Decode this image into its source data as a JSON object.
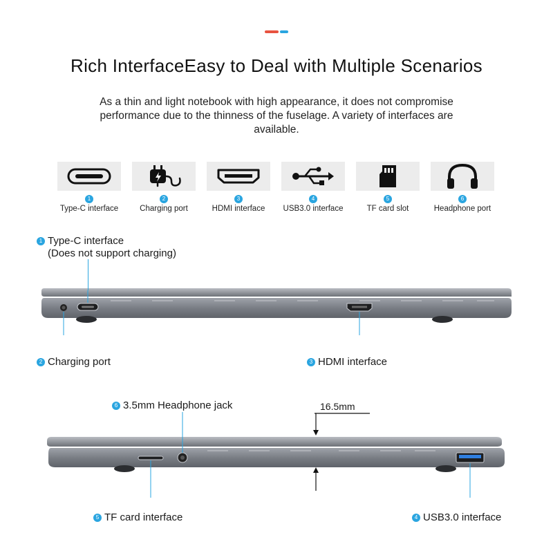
{
  "header": {
    "title": "Rich InterfaceEasy to Deal with Multiple Scenarios",
    "subtitle": "As a thin and light notebook with high appearance, it does not compromise performance due to the thinness of the fuselage. A variety of interfaces are available."
  },
  "ports": [
    {
      "num": "1",
      "label": "Type-C interface",
      "icon": "type-c-icon"
    },
    {
      "num": "2",
      "label": "Charging port",
      "icon": "charging-plug-icon"
    },
    {
      "num": "3",
      "label": "HDMI interface",
      "icon": "hdmi-icon"
    },
    {
      "num": "4",
      "label": "USB3.0 interface",
      "icon": "usb-icon"
    },
    {
      "num": "5",
      "label": "TF card slot",
      "icon": "sd-card-icon"
    },
    {
      "num": "6",
      "label": "Headphone port",
      "icon": "headphone-icon"
    }
  ],
  "left_side": {
    "typec": {
      "num": "1",
      "line1": "Type-C interface",
      "line2": "(Does not support charging)"
    },
    "charging": {
      "num": "2",
      "label": "Charging port"
    },
    "hdmi": {
      "num": "3",
      "label": "HDMI interface"
    }
  },
  "right_side": {
    "headphone": {
      "num": "6",
      "label": "3.5mm Headphone jack"
    },
    "tf": {
      "num": "5",
      "label": "TF card interface"
    },
    "usb": {
      "num": "4",
      "label": "USB3.0 interface"
    },
    "thickness": "16.5mm"
  },
  "colors": {
    "accent_red": "#e8533f",
    "accent_blue": "#2aa5e0",
    "laptop_gray": "#7b7f86",
    "usb_blue": "#2f7fe0"
  }
}
